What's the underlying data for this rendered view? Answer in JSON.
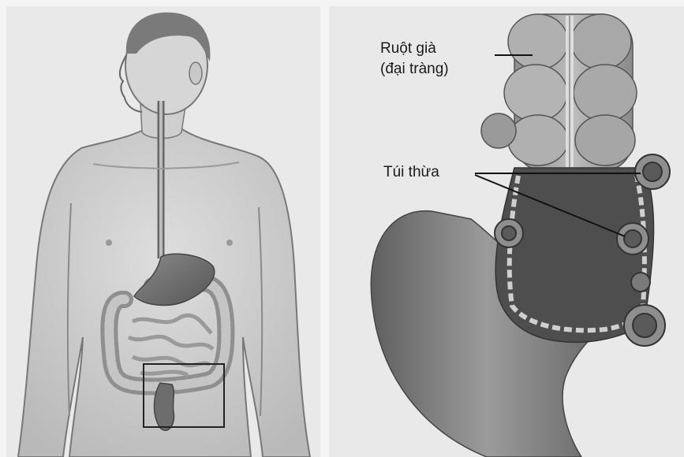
{
  "labels": {
    "large_intestine_line1": "Ruột già",
    "large_intestine_line2": "(đại tràng)",
    "diverticula": "Túi thừa"
  },
  "colors": {
    "background": "#e9e9e9",
    "skin": "#d2d2d2",
    "organ_dark": "#6f6f6f",
    "outline": "#555555",
    "highlight_box": "#222222"
  }
}
